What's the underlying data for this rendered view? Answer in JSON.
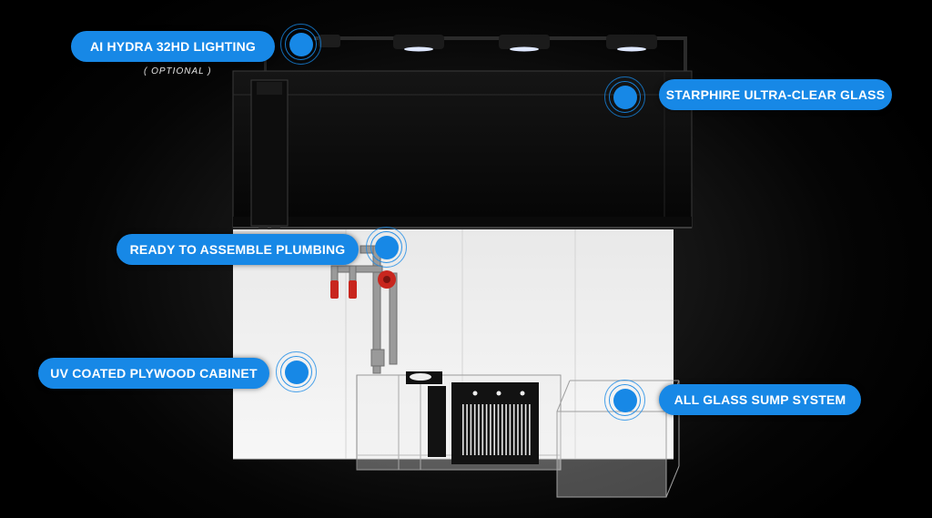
{
  "callouts": {
    "lighting": {
      "label": "AI HYDRA 32HD LIGHTING",
      "note": "( OPTIONAL )"
    },
    "glass": {
      "label": "STARPHIRE ULTRA-CLEAR GLASS"
    },
    "plumbing": {
      "label": "READY TO ASSEMBLE PLUMBING"
    },
    "cabinet": {
      "label": "UV COATED PLYWOOD CABINET"
    },
    "sump": {
      "label": "ALL GLASS SUMP SYSTEM"
    }
  },
  "colors": {
    "accent": "#1788e6",
    "cabinet": "#f2f2f2",
    "tank": "#0c0c0c",
    "valve": "#c8261e"
  },
  "icons": [
    "hotspot-marker-icon"
  ]
}
